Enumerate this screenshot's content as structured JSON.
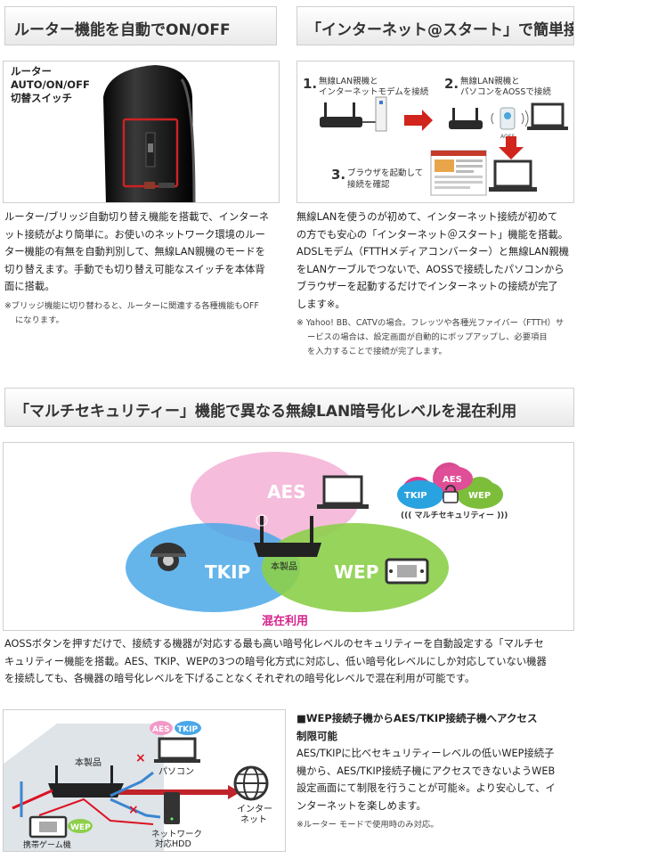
{
  "section1": {
    "heading": "ルーター機能を自動でON/OFF",
    "switch_label": [
      "ルーター",
      "AUTO/ON/OFF",
      "切替スイッチ"
    ],
    "body": [
      "ルーター/ブリッジ自動切り替え機能を搭載で、インターネ",
      "ット接続がより簡単に。お使いのネットワーク環境のルー",
      "ター機能の有無を自動判別して、無線LAN親機のモードを",
      "切り替えます。手動でも切り替え可能なスイッチを本体背",
      "面に搭載。"
    ],
    "note": [
      "※ブリッジ機能に切り替わると、ルーターに関連する各種機能もOFF",
      "になります。"
    ]
  },
  "section2": {
    "heading": "「インターネット@スタート」で簡単接続",
    "step1": {
      "num": "1.",
      "lines": [
        "無線LAN親機と",
        "インターネットモデムを接続"
      ]
    },
    "step2": {
      "num": "2.",
      "lines": [
        "無線LAN親機と",
        "パソコンをAOSSで接続"
      ]
    },
    "step3": {
      "num": "3.",
      "lines": [
        "ブラウザを起動して",
        "接続を確認"
      ]
    },
    "aoss_label": "AOSS",
    "body": [
      "無線LANを使うのが初めて、インターネット接続が初めて",
      "の方でも安心の「インターネット＠スタート」機能を搭載。",
      "ADSLモデム（FTTHメディアコンバーター）と無線LAN親機",
      "をLANケーブルでつないで、AOSSで接続したパソコンから",
      "ブラウザーを起動するだけでインターネットの接続が完了",
      "します※。"
    ],
    "note": [
      "※ Yahoo! BB、CATVの場合。フレッツや各種光ファイバー（FTTH）サ",
      "ービスの場合は、設定画面が自動的にポップアップし、必要項目",
      "を入力することで接続が完了します。"
    ]
  },
  "section3": {
    "heading": "「マルチセキュリティー」機能で異なる無線LAN暗号化レベルを混在利用",
    "diagram": {
      "aes": "AES",
      "tkip": "TKIP",
      "wep": "WEP",
      "center": "本製品",
      "mixed": "混在利用",
      "badge_label": "((( マルチセキュリティー )))"
    },
    "body": [
      "AOSSボタンを押すだけで、接続する機器が対応する最も高い暗号化レベルのセキュリティーを自動設定する「マルチセ",
      "キュリティー機能を搭載。AES、TKIP、WEPの3つの暗号化方式に対応し、低い暗号化レベルにしか対応していない機器",
      "を接続しても、各機器の暗号化レベルを下げることなくそれぞれの暗号化レベルで混在利用が可能です。"
    ]
  },
  "section4": {
    "title": [
      "■WEP接続子機からAES/TKIP接続子機へアクセス",
      "制限可能"
    ],
    "body": [
      "AES/TKIPに比べセキュリティーレベルの低いWEP接続子",
      "機から、AES/TKIP接続子機にアクセスできないようWEB",
      "設定画面にて制限を行うことが可能※。より安心して、イ",
      "ンターネットを楽しめます。"
    ],
    "note": "※ルーター モードで使用時のみ対応。",
    "diagram": {
      "aes": "AES",
      "tkip": "TKIP",
      "wep": "WEP",
      "router": "本製品",
      "pc": "パソコン",
      "internet": [
        "インター",
        "ネット"
      ],
      "hdd": [
        "ネットワーク",
        "対応HDD"
      ],
      "game": "携帯ゲーム機"
    }
  }
}
